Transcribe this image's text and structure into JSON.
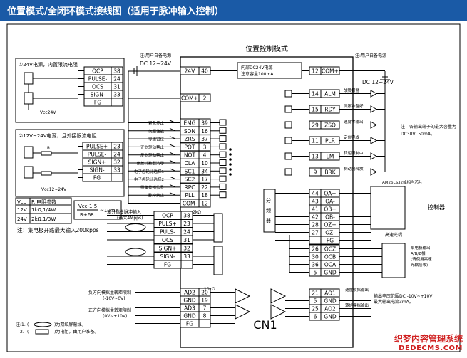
{
  "header": {
    "title": "位置模式/全闭环模式接线图（适用于脉冲输入控制）"
  },
  "diagram": {
    "title": "位置控制模式",
    "cn1_label": "CN1",
    "power_in": {
      "voltage_label": "DC 12~24V",
      "user_note": "注:用户自备电源",
      "pin_24v": "24V",
      "pin_24v_no": "40",
      "pin_com": "COM+",
      "pin_com_no": "2"
    },
    "internal_power": {
      "line1": "内部DC24V电源",
      "line2": "注意容量100mA"
    },
    "box1": {
      "title": "①24V电源，内置限流电阻",
      "vcc": "Vcc24V",
      "rows": [
        {
          "pin": "OCP",
          "no": "38"
        },
        {
          "pin": "PULSE-",
          "no": "24"
        },
        {
          "pin": "OCS",
          "no": "31"
        },
        {
          "pin": "SIGN-",
          "no": "33"
        },
        {
          "pin": "FG",
          "no": ""
        }
      ]
    },
    "box2": {
      "title": "②12V~24V电源，且外接限流电阻",
      "vcc": "Vcc12~24V",
      "r": "R",
      "rows": [
        {
          "pin": "PULSE+",
          "no": "23"
        },
        {
          "pin": "PULSE-",
          "no": "24"
        },
        {
          "pin": "SIGN+",
          "no": "32"
        },
        {
          "pin": "SIGN-",
          "no": "33"
        },
        {
          "pin": "FG",
          "no": ""
        }
      ]
    },
    "res_table": {
      "headers": [
        "Vcc",
        "R  电阻参数"
      ],
      "rows": [
        {
          "v": "12V",
          "r": "1kΩ,1/4W"
        },
        {
          "v": "24V",
          "r": "2kΩ,1/3W"
        }
      ],
      "formula_1": "Vcc-1.5",
      "formula_2": "R+68",
      "formula_3": "≈10mA",
      "note": "注：集电极开路最大输入200kpps"
    },
    "inputs": [
      {
        "label": "紧急停止",
        "pin": "EMG",
        "no": "39"
      },
      {
        "label": "伺服使能",
        "pin": "SON",
        "no": "16"
      },
      {
        "label": "零速钳位",
        "pin": "ZRS",
        "no": "37"
      },
      {
        "label": "正向驱动禁止",
        "pin": "POT",
        "no": "3"
      },
      {
        "label": "反向驱动禁止",
        "pin": "NOT",
        "no": "4"
      },
      {
        "label": "偏差计数器清零",
        "pin": "CLA",
        "no": "10"
      },
      {
        "label": "电子齿轮比选择1",
        "pin": "SC1",
        "no": "34"
      },
      {
        "label": "电子齿轮比选择2",
        "pin": "SC2",
        "no": "17"
      },
      {
        "label": "零偏差锁信号",
        "pin": "RPC",
        "no": "22"
      },
      {
        "label": "脉冲禁止",
        "pin": "PLL",
        "no": "18"
      },
      {
        "label": "",
        "pin": "COM-",
        "no": "12"
      }
    ],
    "outputs": {
      "user_note": "注:用户自备电源",
      "voltage_label": "DC 12~24V",
      "com": {
        "pin": "COM+",
        "no": "12"
      },
      "rows": [
        {
          "pin": "ALM",
          "no": "14",
          "label": "故障报警"
        },
        {
          "pin": "RDY",
          "no": "15",
          "label": "伺服准备好"
        },
        {
          "pin": "ZSO",
          "no": "29",
          "label": "速度零输出"
        },
        {
          "pin": "PLR",
          "no": "11",
          "label": "定位完成"
        },
        {
          "pin": "LM",
          "no": "13",
          "label": "转矩限制中"
        },
        {
          "pin": "BRK",
          "no": "9",
          "label": "制动器释放"
        }
      ],
      "spec_1": "注：各输出端子的最大容量为",
      "spec_2": "DC30V, 50mA。"
    },
    "divider": {
      "label": "分频器"
    },
    "encoder_out": {
      "header": "AM26LS32或相当芯片",
      "controller": "控制器",
      "rows": [
        {
          "pin": "OA+",
          "no": "44"
        },
        {
          "pin": "OA-",
          "no": "43"
        },
        {
          "pin": "OB+",
          "no": "41"
        },
        {
          "pin": "OB-",
          "no": "42"
        },
        {
          "pin": "OZ+",
          "no": "28"
        },
        {
          "pin": "OZ-",
          "no": "27"
        },
        {
          "pin": "FG",
          "no": ""
        }
      ],
      "coupler_header": "高速光耦"
    },
    "collector_out": {
      "rows": [
        {
          "pin": "OCZ",
          "no": "26"
        },
        {
          "pin": "OCB",
          "no": "30"
        },
        {
          "pin": "OCA",
          "no": "36"
        },
        {
          "pin": "GND",
          "no": "5"
        }
      ],
      "note_1": "集电极输出",
      "note_2": "A/B/Z相",
      "note_3": "(请使用高速",
      "note_4": "光耦接收)"
    },
    "diff_input": {
      "title": "差分指令脉冲输入",
      "subtitle": "(最大4Mpps)",
      "r": "2kΩ",
      "rows": [
        {
          "pin": "OCP",
          "no": "38"
        },
        {
          "pin": "PULS+",
          "no": "23"
        },
        {
          "pin": "PULS-",
          "no": "24"
        },
        {
          "pin": "OCS",
          "no": "31"
        },
        {
          "pin": "SIGN+",
          "no": "32"
        },
        {
          "pin": "SIGN-",
          "no": "33"
        },
        {
          "pin": "FG",
          "no": ""
        }
      ]
    },
    "analog_in": {
      "note_a1": "负方向模拟量转矩限制",
      "note_a2": "(-10V~0V)",
      "note_b1": "正方向模拟量转矩限制",
      "note_b2": "(0V~+10V)",
      "r": "10kΩ",
      "rows": [
        {
          "pin": "AD2",
          "no": "20"
        },
        {
          "pin": "GND",
          "no": "19"
        },
        {
          "pin": "AD3",
          "no": "7"
        },
        {
          "pin": "GND",
          "no": "8"
        },
        {
          "pin": "FG",
          "no": ""
        }
      ]
    },
    "analog_out": {
      "rows": [
        {
          "pin": "AO1",
          "no": "21",
          "label": "速度模拟输出"
        },
        {
          "pin": "GND",
          "no": "5",
          "label": ""
        },
        {
          "pin": "AO2",
          "no": "25",
          "label": "转矩模拟输出"
        },
        {
          "pin": "GND",
          "no": "6",
          "label": ""
        }
      ],
      "note_1": "输出电压范围DC -10V~+10V,",
      "note_2": "最大输出电流3mA。"
    },
    "footnotes": {
      "n1_prefix": "注:1.",
      "n1": ")为双绞屏蔽线。",
      "n2_prefix": "2.",
      "n2": ")为电阻，由用户准备。"
    }
  },
  "watermark": {
    "line1": "织梦内容管理系统",
    "line2": "DEDECMS.COM"
  }
}
